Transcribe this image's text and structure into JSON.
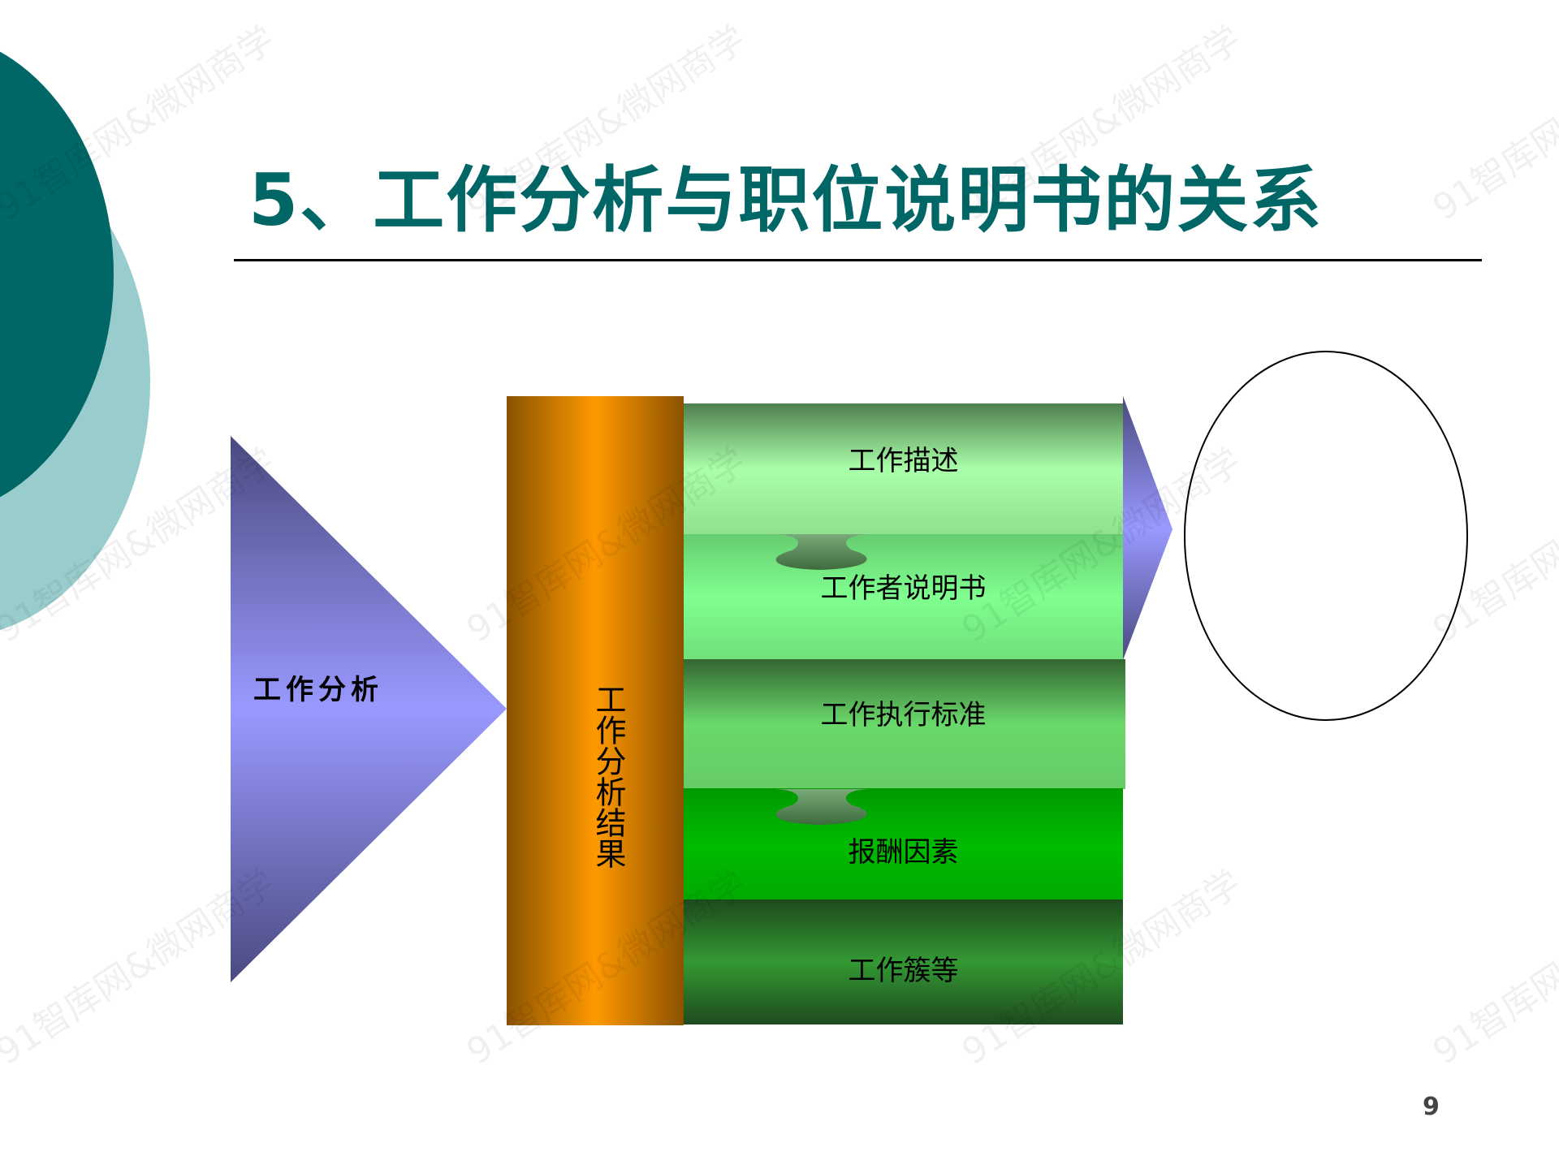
{
  "slide": {
    "title": "5、工作分析与职位说明书的关系",
    "page_number": "9",
    "colors": {
      "title": "#006666",
      "accent_dark_circle": "#006666",
      "accent_light_circle": "#99cccc",
      "triangle": "#9999ff",
      "column": "#ff9900"
    }
  },
  "diagram": {
    "input_label": "工作分析",
    "column_label": "工作分析结果",
    "bars": [
      {
        "label": "工作描述",
        "color": "#aaffaa"
      },
      {
        "label": "工作者说明书",
        "color": "#80ff90"
      },
      {
        "label": "工作执行标准",
        "color": "#6ad86a"
      },
      {
        "label": "报酬因素",
        "color": "#00bb00"
      },
      {
        "label": "工作簇等",
        "color": "#339933"
      }
    ],
    "output_ellipse_label": ""
  },
  "watermark": "91智库网&微网商学"
}
